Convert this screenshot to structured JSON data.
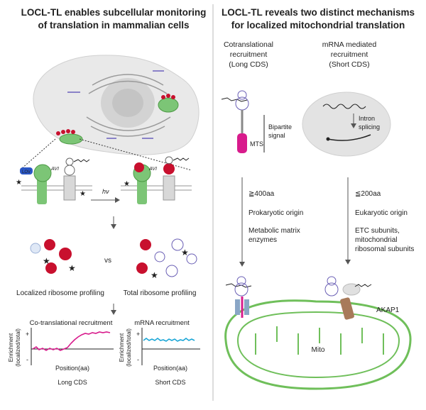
{
  "colors": {
    "magenta": "#d81b8c",
    "cyan": "#1aa6d6",
    "green": "#7cc576",
    "mito_green": "#6fbf5a",
    "red": "#c8102e",
    "cell_gray": "#e6e6e6",
    "purple": "#6a5fb5",
    "brown": "#a87a5a"
  },
  "left": {
    "title_line1": "LOCL-TL enables subcellular monitoring",
    "title_line2": "of translation in mammalian cells",
    "lov_label": "LOV",
    "avi_label_1": "AVI",
    "avi_label_2": "AVI",
    "light_label": "hν",
    "vs_label": "vs",
    "localized_label": "Localized ribosome profiling",
    "total_label": "Total ribosome profiling",
    "plot1": {
      "title": "Co-translational recruitment",
      "ylabel_line1": "Enrichment",
      "ylabel_line2": "(localized/total)",
      "plus": "+",
      "minus": "-",
      "xlabel": "Position(aa)",
      "caption": "Long CDS"
    },
    "plot2": {
      "title": "mRNA recruitment",
      "ylabel_line1": "Enrichment",
      "ylabel_line2": "(localized/total)",
      "plus": "+",
      "minus": "-",
      "xlabel": "Position(aa)",
      "caption": "Short CDS"
    }
  },
  "right": {
    "title_line1": "LOCL-TL reveals two distinct mechanisms",
    "title_line2": "for localized mitochondrial translation",
    "col1": {
      "head_line1": "Cotranslational",
      "head_line2": "recruitment",
      "head_line3": "(Long CDS)",
      "mts_label": "MTS",
      "signal_line1": "Bipartite",
      "signal_line2": "signal",
      "size": "≧400aa",
      "origin": "Prokaryotic origin",
      "cls_line1": "Metabolic matrix",
      "cls_line2": "enzymes"
    },
    "col2": {
      "head_line1": "mRNA mediated",
      "head_line2": "recruitment",
      "head_line3": "(Short CDS)",
      "intron_line1": "Intron",
      "intron_line2": "splicing",
      "size": "≦200aa",
      "origin": "Eukaryotic origin",
      "cls_line1": "ETC subunits,",
      "cls_line2": "mitochondrial",
      "cls_line3": "ribosomal subunits"
    },
    "akap_label": "AKAP1",
    "mito_label": "Mito"
  }
}
